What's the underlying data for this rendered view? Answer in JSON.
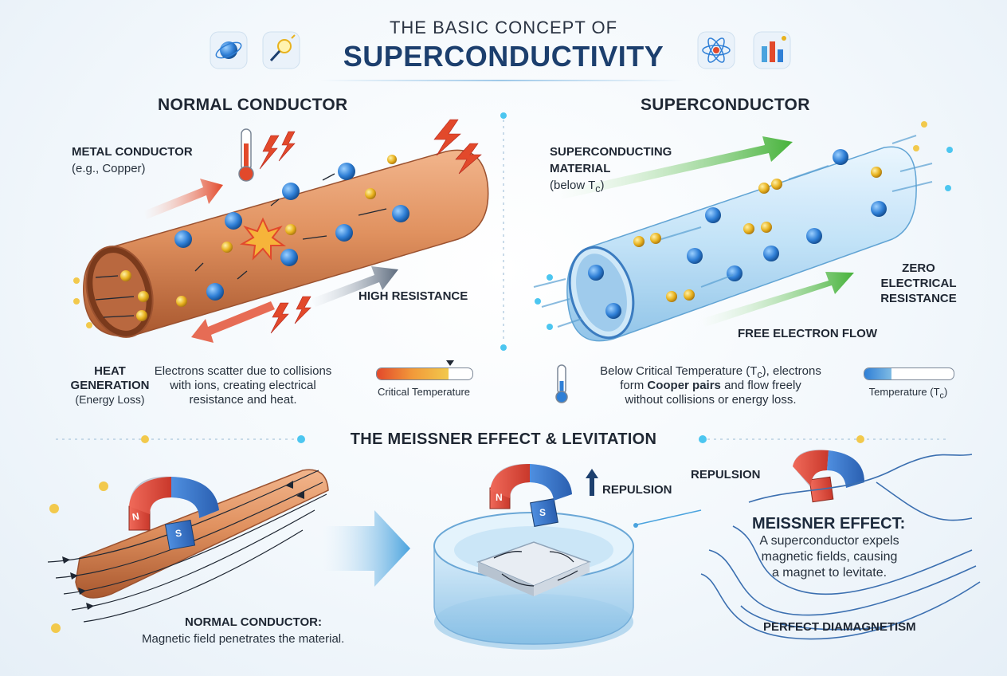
{
  "header": {
    "subtitle": "THE BASIC CONCEPT OF",
    "title": "SUPERCONDUCTIVITY"
  },
  "left": {
    "title": "NORMAL CONDUCTOR",
    "metal_label": "METAL CONDUCTOR",
    "metal_sub": "(e.g., Copper)",
    "high_resistance": "HIGH RESISTANCE",
    "heat_title_1": "HEAT",
    "heat_title_2": "GENERATION",
    "heat_sub": "(Energy Loss)",
    "desc_1": "Electrons scatter due to collisions",
    "desc_2": "with ions, creating electrical",
    "desc_3": "resistance and heat.",
    "bar_label": "Critical Temperature",
    "bar_level": 0.75
  },
  "right": {
    "title": "SUPERCONDUCTOR",
    "mat_1": "SUPERCONDUCTING",
    "mat_2": "MATERIAL",
    "mat_3": "(below T",
    "mat_3_sub": "c",
    "mat_3_end": ")",
    "zero_1": "ZERO",
    "zero_2": "ELECTRICAL",
    "zero_3": "RESISTANCE",
    "free_flow": "FREE ELECTRON FLOW",
    "desc_1a": "Below Critical Temperature (T",
    "desc_1sub": "c",
    "desc_1b": "), electrons",
    "desc_2a": "form ",
    "desc_2bold": "Cooper pairs",
    "desc_2b": " and flow freely",
    "desc_3": "without collisions or energy loss.",
    "bar_label": "Temperature (T",
    "bar_label_sub": "c",
    "bar_label_end": ")",
    "bar_level": 0.3
  },
  "meissner": {
    "title": "THE MEISSNER EFFECT & LEVITATION",
    "normal_title": "NORMAL CONDUCTOR:",
    "normal_desc": "Magnetic field penetrates the material.",
    "repulsion_center": "REPULSION",
    "repulsion_right": "REPULSION",
    "effect_title": "MEISSNER EFFECT:",
    "effect_1": "A superconductor expels",
    "effect_2": "magnetic fields, causing",
    "effect_3": "a magnet to levitate.",
    "perfect": "PERFECT DIAMAGNETISM",
    "pole_n": "N",
    "pole_s": "S"
  },
  "colors": {
    "copper": "#d9895a",
    "electron_blue": "#2f7fd6",
    "cooper_gold": "#e8b21e",
    "field_line": "#3b6fb0",
    "accent_navy": "#1c3f6e"
  }
}
